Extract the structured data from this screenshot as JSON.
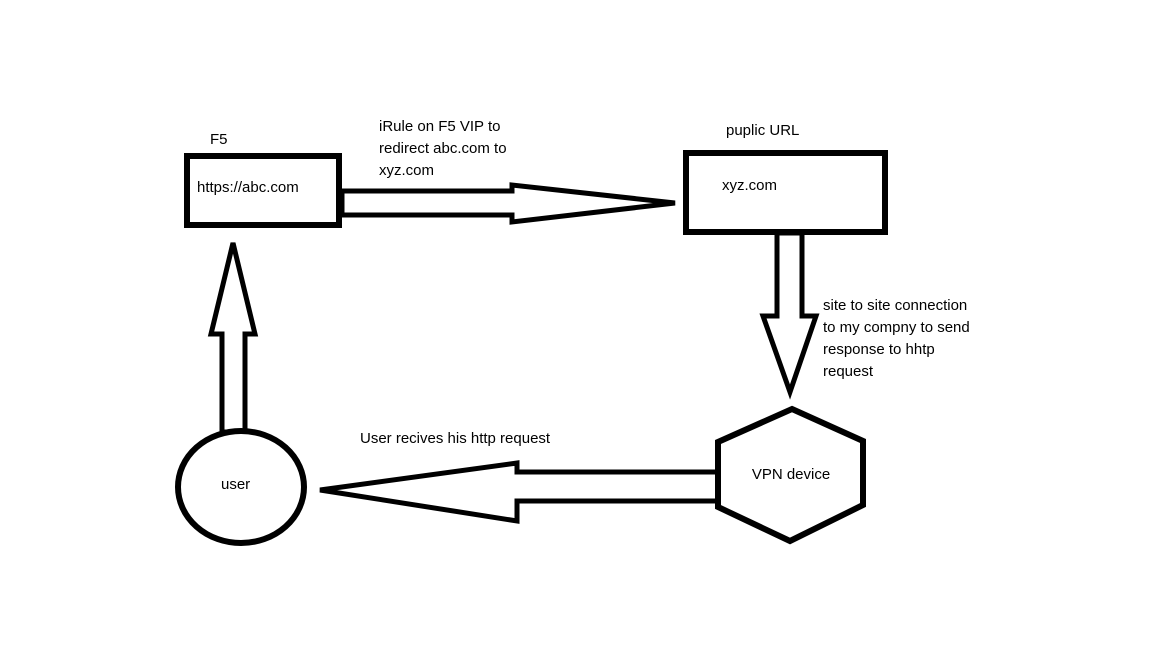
{
  "colors": {
    "ink": "#000000",
    "background": "#ffffff"
  },
  "nodes": {
    "f5": {
      "title": "F5",
      "label": "https://abc.com"
    },
    "public_url": {
      "title": "puplic URL",
      "label": "xyz.com"
    },
    "vpn": {
      "label": "VPN device"
    },
    "user": {
      "label": "user"
    }
  },
  "annotations": {
    "irule": "iRule on F5 VIP to\nredirect abc.com to\nxyz.com",
    "site_to_site": "site to site connection\nto my compny to send\nresponse to hhtp\nrequest",
    "user_receives": "User recives his http request"
  }
}
